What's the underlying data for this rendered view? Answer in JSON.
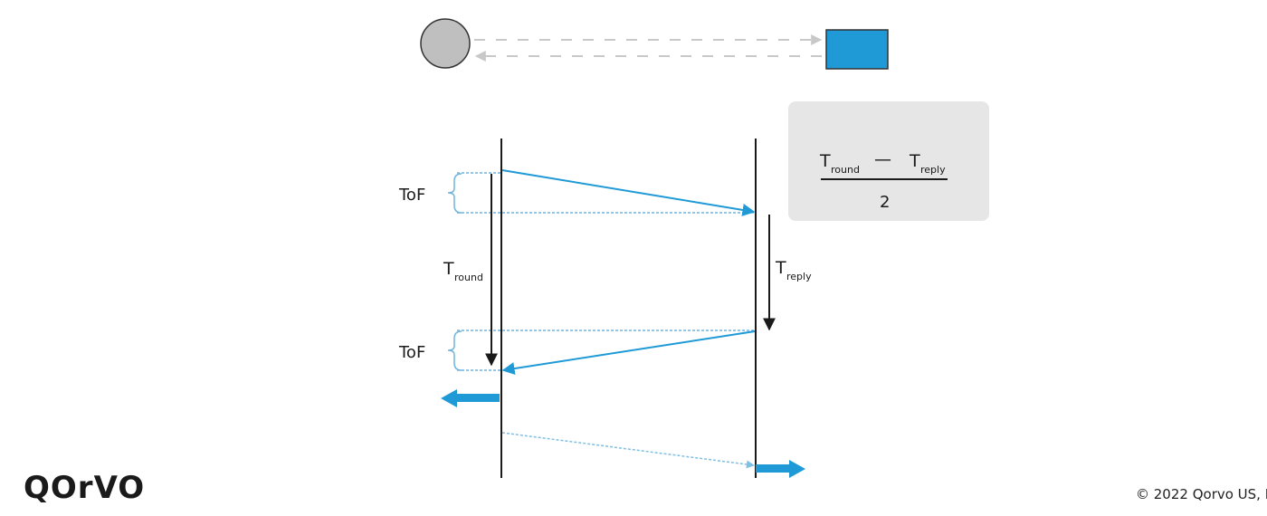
{
  "diagram": {
    "tof_top": "ToF",
    "tof_bottom": "ToF",
    "t_round": {
      "main": "T",
      "sub": "round"
    },
    "t_reply": {
      "main": "T",
      "sub": "reply"
    },
    "formula": {
      "term1_main": "T",
      "term1_sub": "round",
      "operator": "—",
      "term2_main": "T",
      "term2_sub": "reply",
      "denominator": "2"
    }
  },
  "colors": {
    "signal_blue": "#1f9ad6",
    "device_gray": "#bfbfbf",
    "box_bg": "#e6e6e6"
  },
  "footer": {
    "logo": "QOrVO",
    "copyright": "© 2022 Qorvo US, I"
  }
}
